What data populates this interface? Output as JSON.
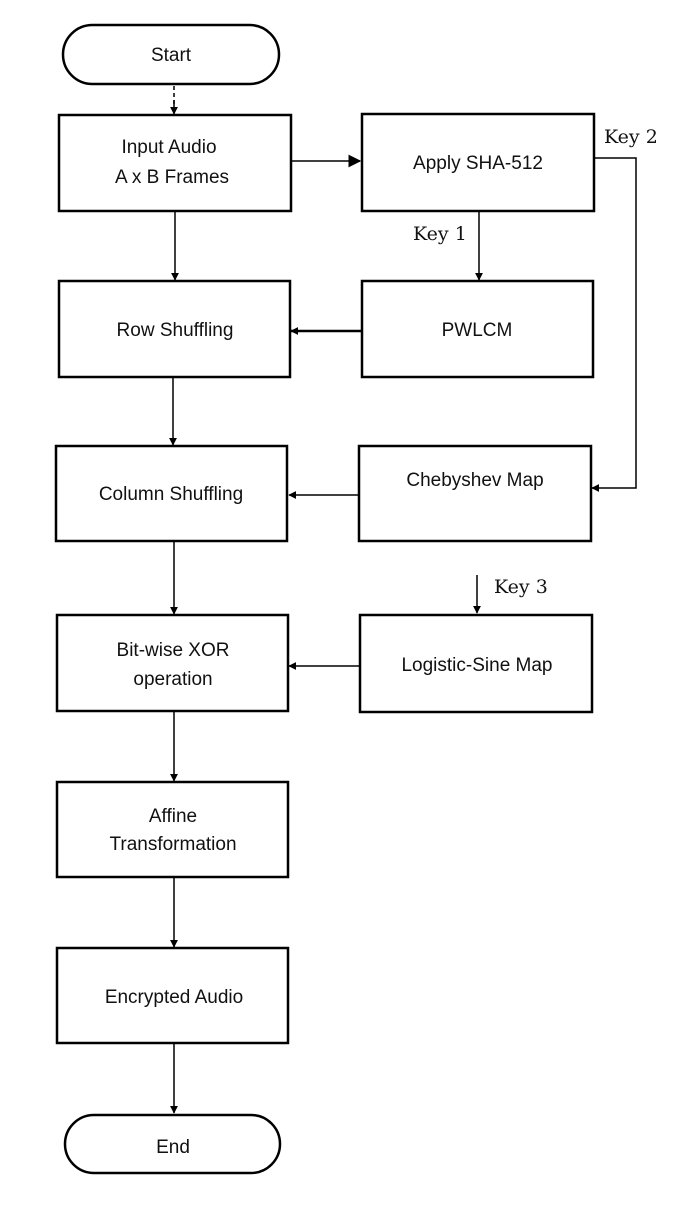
{
  "flowchart": {
    "nodes": {
      "start": "Start",
      "input_audio": [
        "Input Audio",
        "A x B Frames"
      ],
      "apply_sha": "Apply SHA-512",
      "row_shuffling": "Row Shuffling",
      "pwlcm": "PWLCM",
      "column_shuffling": "Column Shuffling",
      "chebyshev": "Chebyshev Map",
      "bitwise_xor": [
        "Bit-wise XOR",
        "operation"
      ],
      "logistic_sine": "Logistic-Sine Map",
      "affine": [
        "Affine",
        "Transformation"
      ],
      "encrypted": "Encrypted Audio",
      "end": "End"
    },
    "keys": {
      "key1": "Key 1",
      "key2": "Key 2",
      "key3": "Key 3"
    },
    "edges": [
      [
        "Start",
        "Input Audio"
      ],
      [
        "Input Audio",
        "Apply SHA-512"
      ],
      [
        "Input Audio",
        "Row Shuffling"
      ],
      [
        "Apply SHA-512",
        "PWLCM"
      ],
      [
        "Apply SHA-512",
        "Chebyshev Map"
      ],
      [
        "PWLCM",
        "Row Shuffling"
      ],
      [
        "Row Shuffling",
        "Column Shuffling"
      ],
      [
        "Chebyshev Map",
        "Column Shuffling"
      ],
      [
        "Column Shuffling",
        "Bit-wise XOR operation"
      ],
      [
        "Logistic-Sine Map",
        "Bit-wise XOR operation"
      ],
      [
        "Bit-wise XOR operation",
        "Affine Transformation"
      ],
      [
        "Affine Transformation",
        "Encrypted Audio"
      ],
      [
        "Encrypted Audio",
        "End"
      ]
    ]
  }
}
